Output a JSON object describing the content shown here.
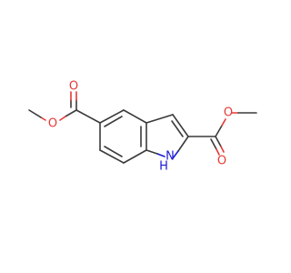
{
  "molecule": {
    "atoms": [
      {
        "id": "O1",
        "label": "O",
        "color": "#e53935"
      },
      {
        "id": "O2",
        "label": "O",
        "color": "#e53935"
      },
      {
        "id": "O3",
        "label": "O",
        "color": "#e53935"
      },
      {
        "id": "O4",
        "label": "O",
        "color": "#e53935"
      },
      {
        "id": "NH",
        "label": "H",
        "color": "#1a1ad6"
      },
      {
        "id": "N",
        "label": "N",
        "color": "#1a1ad6"
      }
    ]
  }
}
